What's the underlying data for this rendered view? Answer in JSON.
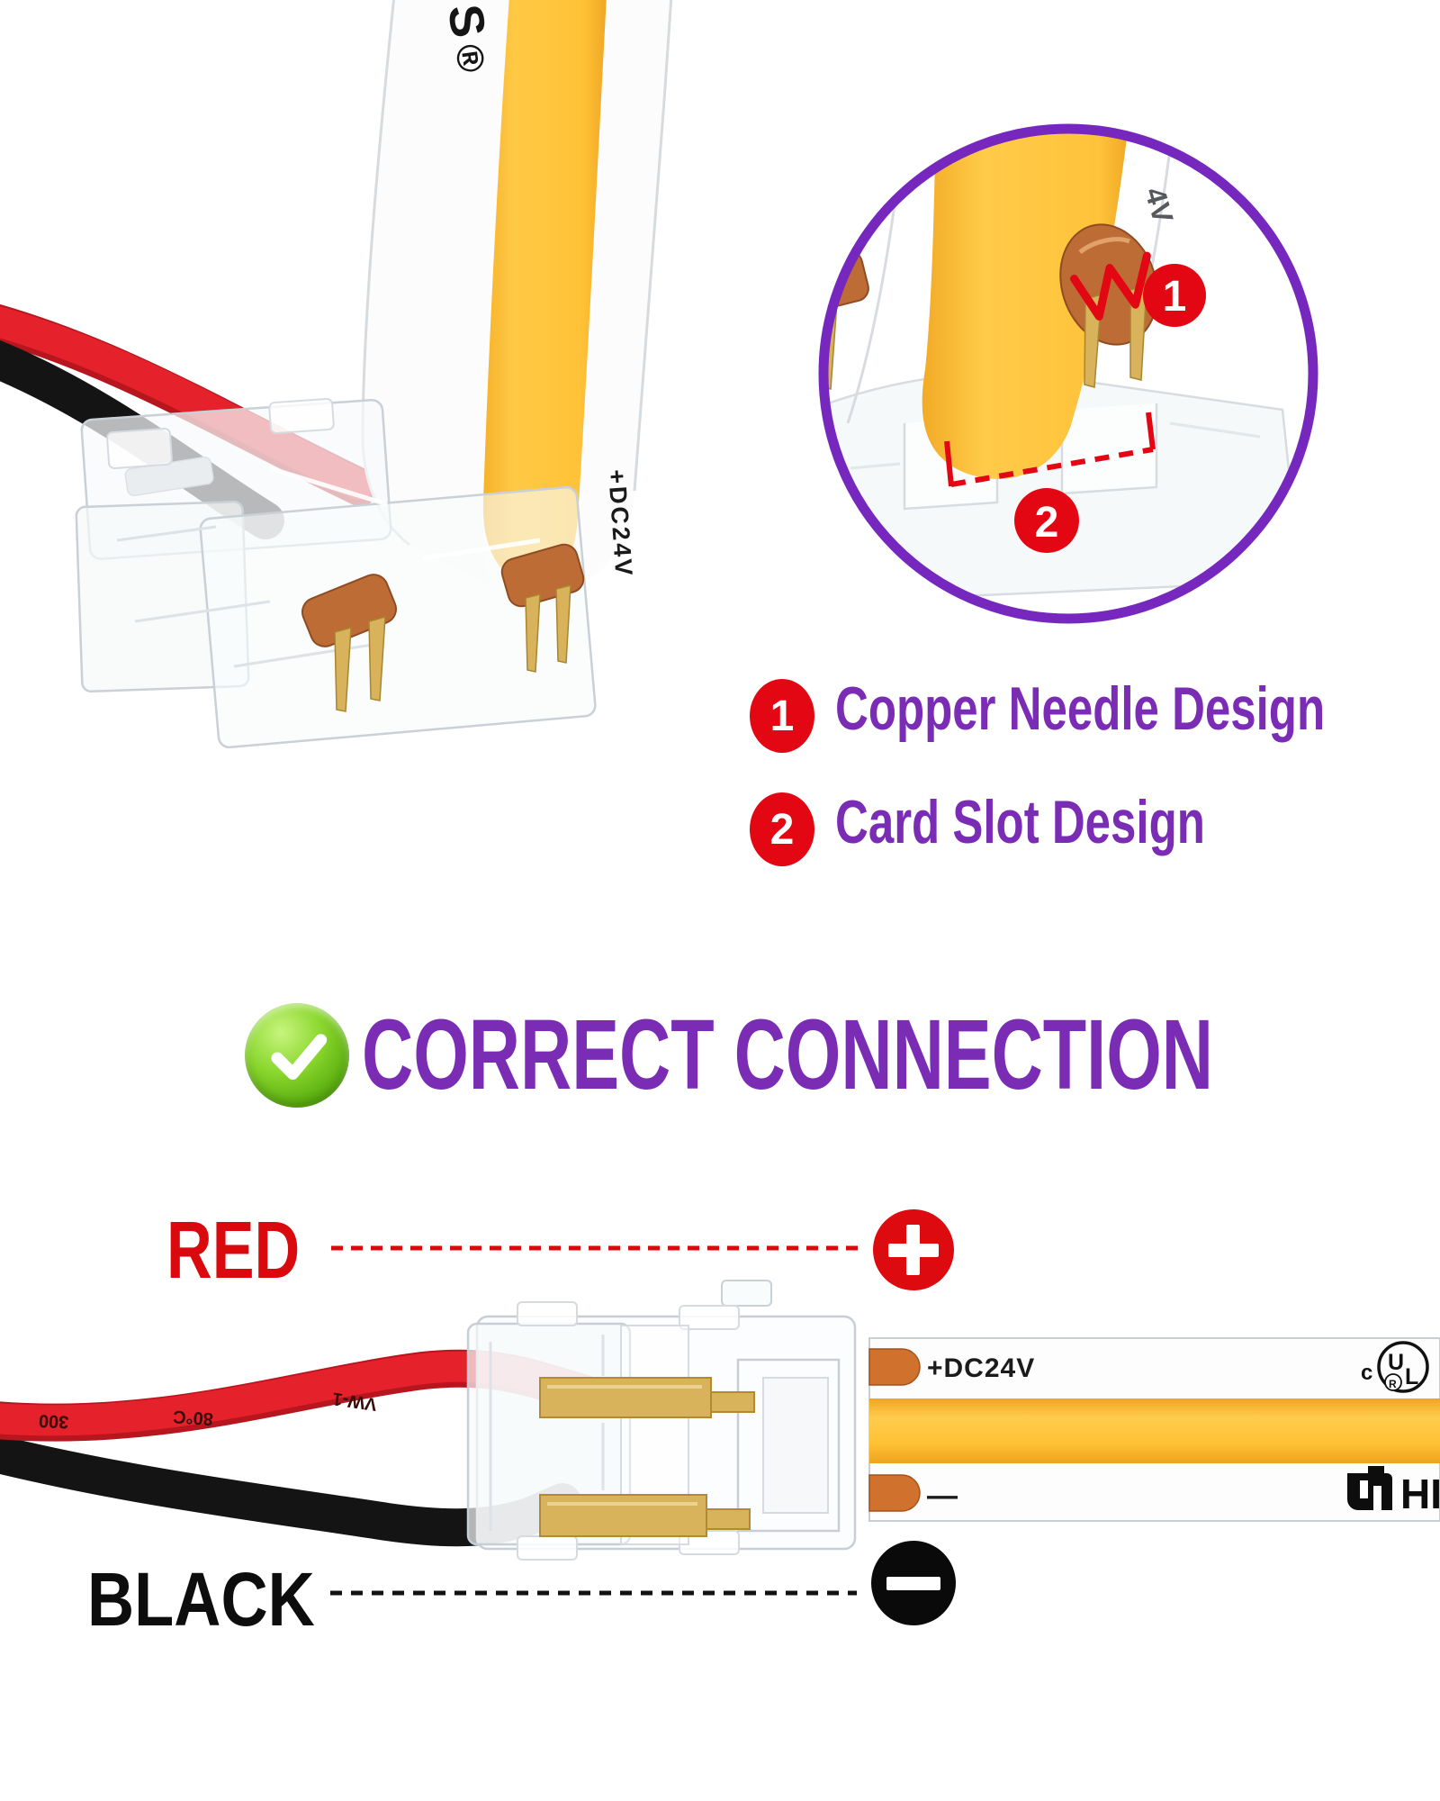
{
  "colors": {
    "purple": "#7A2CB5",
    "purple_ring": "#7527BE",
    "red_accent": "#E30613",
    "red_label": "#D9090E",
    "black": "#0D0D0D",
    "green_check": "#5BB30D",
    "strip_yellow": "#FFC53B",
    "copper_pad": "#C06B35",
    "gold_pin": "#D9B35B",
    "wire_red": "#E5222B",
    "wire_black": "#141414"
  },
  "top_photo": {
    "brand_letter": "S",
    "registered_mark": "®",
    "strip_marking": "+DC24V"
  },
  "inset": {
    "strip_marking_fragment": "4V",
    "callouts": [
      {
        "num": "1"
      },
      {
        "num": "2"
      }
    ]
  },
  "legend": {
    "items": [
      {
        "num": "1",
        "label": "Copper Needle Design"
      },
      {
        "num": "2",
        "label": "Card Slot Design"
      }
    ]
  },
  "heading": {
    "label": "CORRECT CONNECTION"
  },
  "diagram": {
    "red_label": "RED",
    "black_label": "BLACK",
    "positive_symbol": "+",
    "negative_symbol": "−",
    "wire_print": {
      "p1": "300",
      "p2": "80°C",
      "p3": "VW-1"
    },
    "strip": {
      "positive_marking": "+DC24V",
      "negative_marking": "—",
      "ul_prefix": "c",
      "ul_letter_u": "U",
      "ul_letter_l": "L",
      "ul_registered": "R",
      "brand_fragment": "HI"
    }
  }
}
